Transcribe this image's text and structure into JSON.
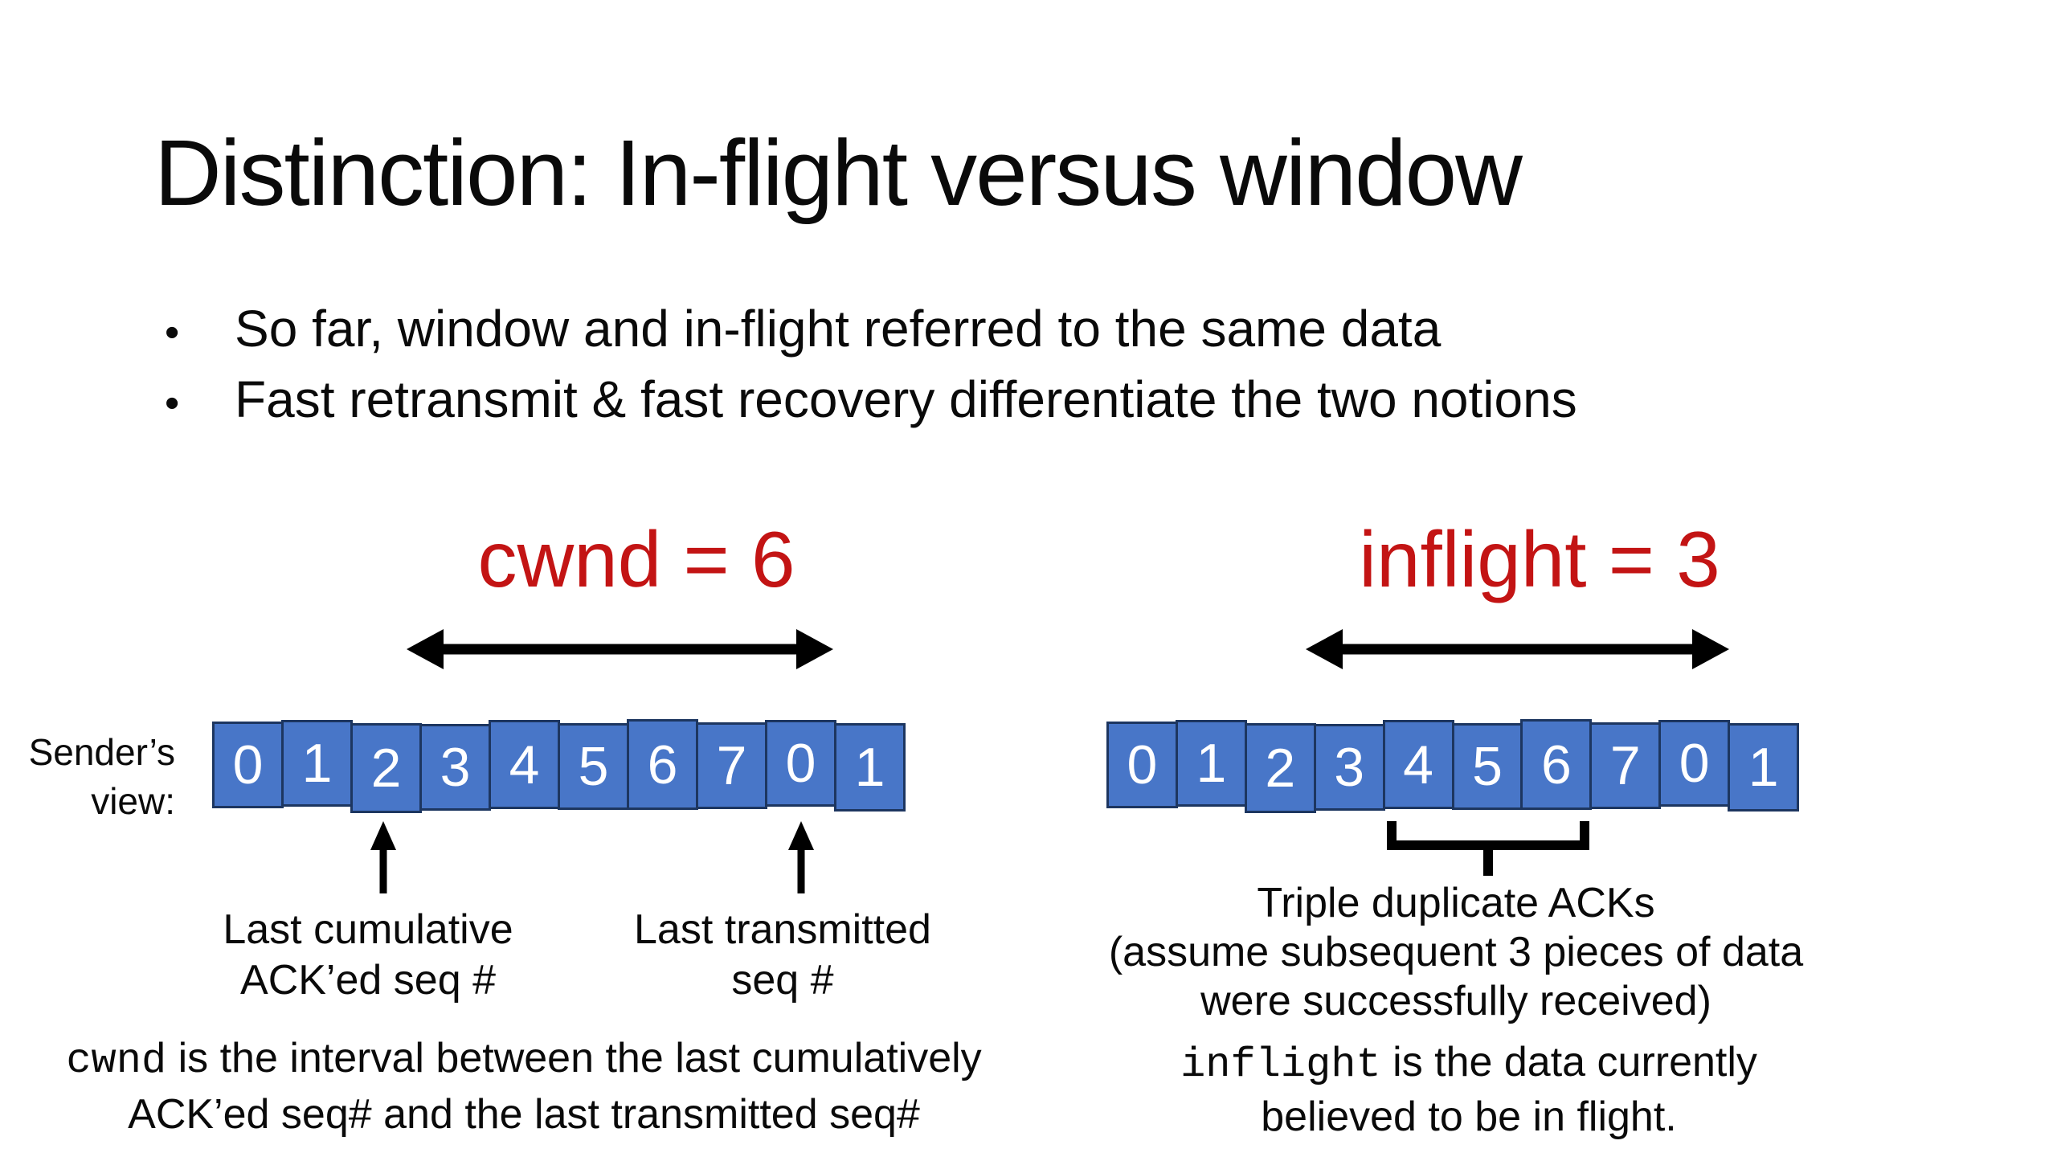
{
  "slide": {
    "title": "Distinction: In-flight versus window",
    "bullet_char": "•",
    "bullets": [
      "So far, window and in-flight referred to the same data",
      "Fast retransmit & fast recovery differentiate the two notions"
    ],
    "left_diagram": {
      "label": "cwnd = 6",
      "row_label_line1": "Sender’s",
      "row_label_line2": "view:",
      "cells": [
        "0",
        "1",
        "2",
        "3",
        "4",
        "5",
        "6",
        "7",
        "0",
        "1"
      ],
      "annotation_acked_line1": "Last cumulative",
      "annotation_acked_line2": "ACK’ed seq #",
      "annotation_transmitted_line1": "Last transmitted",
      "annotation_transmitted_line2": "seq #",
      "caption_mono": "cwnd",
      "caption_line1_rest": " is the interval between the last cumulatively",
      "caption_line2": "ACK’ed seq# and the last transmitted seq#"
    },
    "right_diagram": {
      "label": "inflight = 3",
      "cells": [
        "0",
        "1",
        "2",
        "3",
        "4",
        "5",
        "6",
        "7",
        "0",
        "1"
      ],
      "brace_note_line1": "Triple duplicate ACKs",
      "brace_note_line2": "(assume subsequent 3 pieces of data",
      "brace_note_line3": "were successfully received)",
      "caption_mono": "inflight",
      "caption_line1_rest": " is the data currently",
      "caption_line2": "believed to be in flight."
    },
    "colors": {
      "accent_red": "#c31414",
      "box_fill": "#4876c8",
      "box_border": "#1d3660",
      "text_color": "#0a0a0a",
      "digit_color": "#ffffff",
      "arrow_color": "#000000"
    }
  }
}
